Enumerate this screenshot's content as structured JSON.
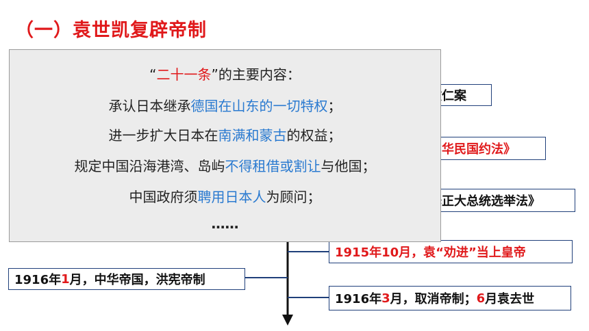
{
  "title": "（一）袁世凯复辟帝制",
  "timeline_right": [
    {
      "parts": [
        {
          "text": "宋教仁案",
          "color": "black"
        }
      ]
    },
    {
      "parts": [
        {
          "text": "《中华民国约法》",
          "color": "red"
        }
      ]
    },
    {
      "parts": [
        {
          "text": "《修正大总统选举法》",
          "color": "black"
        }
      ]
    },
    {
      "parts": [
        {
          "text": "1915年10月，袁“劝进”当上皇帝",
          "color": "red"
        }
      ]
    },
    {
      "parts": [
        {
          "text": "1916年",
          "color": "black"
        },
        {
          "text": "3",
          "color": "red"
        },
        {
          "text": "月，取消帝制；",
          "color": "black"
        },
        {
          "text": "6",
          "color": "red"
        },
        {
          "text": "月袁去世",
          "color": "black"
        }
      ]
    }
  ],
  "timeline_left": [
    {
      "parts": [
        {
          "text": "1916年",
          "color": "black"
        },
        {
          "text": "1",
          "color": "red"
        },
        {
          "text": "月，中华帝国，洪宪帝制",
          "color": "black"
        }
      ]
    }
  ],
  "overlay": {
    "heading": [
      {
        "text": "“",
        "color": "dark"
      },
      {
        "text": "二十一条",
        "color": "red"
      },
      {
        "text": "”的主要内容：",
        "color": "dark"
      }
    ],
    "lines": [
      [
        {
          "text": "承认日本继承",
          "color": "dark"
        },
        {
          "text": "德国在山东的一切特权",
          "color": "blue"
        },
        {
          "text": "；",
          "color": "dark"
        }
      ],
      [
        {
          "text": "进一步扩大日本在",
          "color": "dark"
        },
        {
          "text": "南满和蒙古",
          "color": "blue"
        },
        {
          "text": "的权益；",
          "color": "dark"
        }
      ],
      [
        {
          "text": "规定中国沿海港湾、岛屿",
          "color": "dark"
        },
        {
          "text": "不得租借或割让",
          "color": "blue"
        },
        {
          "text": "与他国；",
          "color": "dark"
        }
      ],
      [
        {
          "text": "中国政府须",
          "color": "dark"
        },
        {
          "text": "聘用日本人",
          "color": "blue"
        },
        {
          "text": "为顾问；",
          "color": "dark"
        }
      ]
    ],
    "ellipsis": "……"
  },
  "colors": {
    "red": "#e0191b",
    "blue": "#2a7ad0",
    "dark": "#222222",
    "black": "#111111",
    "line": "#1f3f7a"
  }
}
